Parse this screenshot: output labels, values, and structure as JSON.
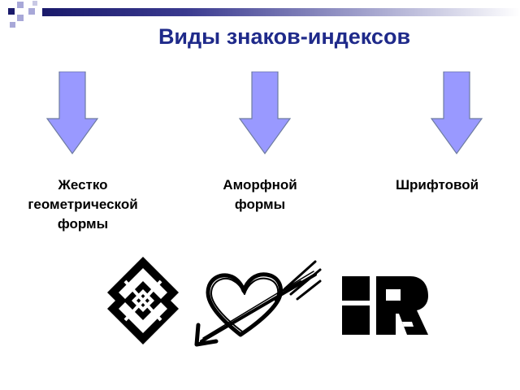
{
  "title": "Виды знаков-индексов",
  "colors": {
    "title": "#1f2a8a",
    "arrow_fill": "#9999ff",
    "arrow_stroke": "#6e7ca0",
    "accent_dark": "#1a1a6b",
    "accent_light": "#a8a8d8"
  },
  "categories": [
    {
      "label": "Жестко\nгеометрической\nформы",
      "sign_icon": "interlaced-knot-icon"
    },
    {
      "label": "Аморфной\nформы",
      "sign_icon": "heart-with-arrow-icon"
    },
    {
      "label": "Шрифтовой",
      "sign_icon": "ir-monogram-icon"
    }
  ]
}
